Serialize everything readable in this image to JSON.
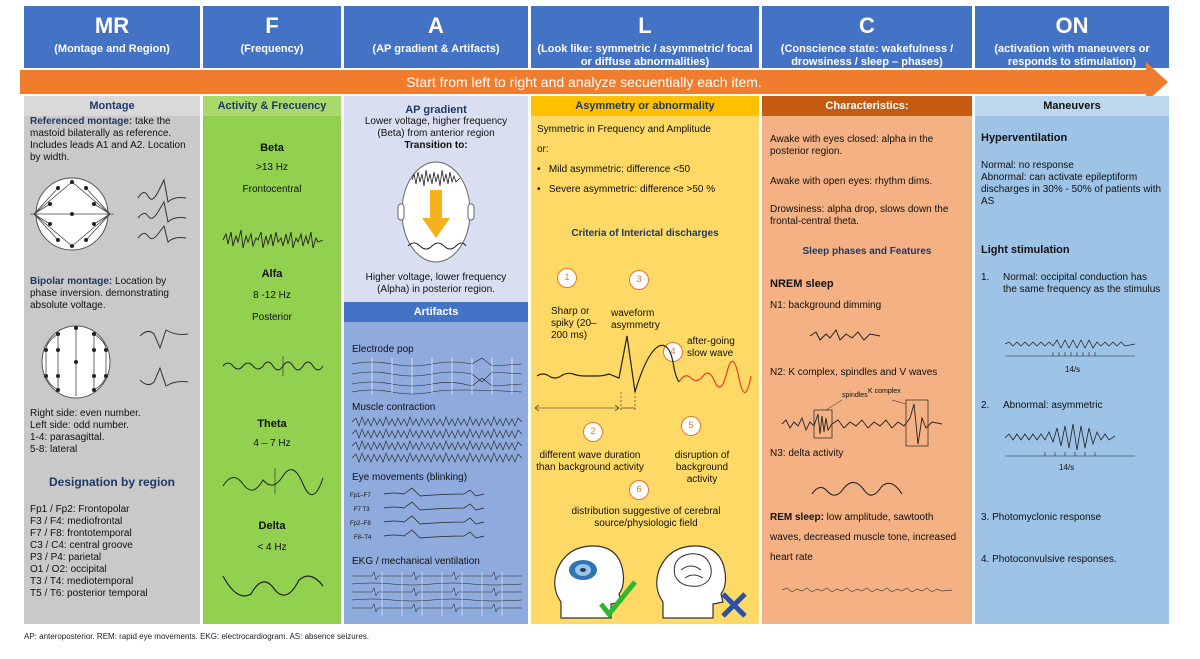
{
  "headers": [
    {
      "big": "MR",
      "sub": "(Montage and Region)"
    },
    {
      "big": "F",
      "sub": "(Frequency)"
    },
    {
      "big": "A",
      "sub": "(AP gradient & Artifacts)"
    },
    {
      "big": "L",
      "sub": "(Look like: symmetric / asymmetric/ focal or diffuse abnormalities)"
    },
    {
      "big": "C",
      "sub": "(Conscience state: wakefulness / drowsiness / sleep – phases)"
    },
    {
      "big": "ON",
      "sub": "(activation with maneuvers or responds to stimulation)"
    }
  ],
  "banner": "Start from left to right and analyze secuentially each item.",
  "montage": {
    "title": "Montage",
    "ref_bold": "Referenced montage:",
    "ref_text": " take the mastoid bilaterally as reference. Includes leads A1 and A2. Location by width.",
    "bip_bold": "Bipolar montage:",
    "bip_text": " Location by phase inversion. demonstrating absolute voltage.",
    "sides": [
      "Right side: even number.",
      "Left side: odd number.",
      "1-4: parasagittal.",
      "5-8: lateral"
    ],
    "region_title": "Designation by region",
    "regions": [
      "Fp1 / Fp2: Frontopolar",
      "F3 / F4: mediofrontal",
      "F7 / F8: frontotemporal",
      "C3 / C4: central groove",
      "P3 / P4: parietal",
      "O1 / O2: occipital",
      "T3 / T4: mediotemporal",
      "T5 / T6: posterior temporal"
    ]
  },
  "frequency": {
    "title": "Activity & Frecuency",
    "bands": [
      {
        "name": "Beta",
        "range": ">13 Hz",
        "loc": "Frontocentral"
      },
      {
        "name": "Alfa",
        "range": "8 -12 Hz",
        "loc": "Posterior"
      },
      {
        "name": "Theta",
        "range": "4 – 7 Hz",
        "loc": ""
      },
      {
        "name": "Delta",
        "range": "< 4 Hz",
        "loc": ""
      }
    ]
  },
  "ap": {
    "title": "AP gradient",
    "text1": "Lower voltage, higher frequency (Beta) from anterior region",
    "transition": "Transition to:",
    "text2": "Higher voltage, lower frequency (Alpha) in posterior region.",
    "artifacts_title": "Artifacts",
    "artifacts": [
      "Electrode pop",
      "Muscle contraction",
      "Eye movements (blinking)",
      "EKG / mechanical ventilation"
    ],
    "eye_leads": [
      "Fp1–F7",
      "F7 T3",
      "Fp2–F8",
      "F8–T4"
    ]
  },
  "look": {
    "title": "Asymmetry or abnormality",
    "intro": "Symmetric in Frequency and Amplitude",
    "or": "or:",
    "bullets": [
      "Mild asymmetric: difference <50",
      "Severe asymmetric: difference >50 %"
    ],
    "criteria_title": "Criteria of Interictal discharges",
    "criteria": [
      {
        "n": "1",
        "text": "Sharp or spiky (20–200 ms)"
      },
      {
        "n": "2",
        "text": "different wave duration than background activity"
      },
      {
        "n": "3",
        "text": "waveform asymmetry"
      },
      {
        "n": "4",
        "text": "after-going slow wave"
      },
      {
        "n": "5",
        "text": "disruption of background activity"
      },
      {
        "n": "6",
        "text": "distribution suggestive of cerebral source/physiologic field"
      }
    ]
  },
  "conscience": {
    "title": "Characteristics:",
    "items": [
      "Awake with eyes closed: alpha in the posterior region.",
      "Awake with open eyes: rhythm dims.",
      "Drowsiness: alpha drop, slows down the frontal-central theta."
    ],
    "sleep_title": "Sleep phases and Features",
    "nrem_title": "NREM sleep",
    "n1": "N1: background dimming",
    "n2": "N2:  K complex, spindles and V waves",
    "spindles_label": "spindles",
    "kcomplex_label": "K complex",
    "n3": "N3: delta activity",
    "rem_bold": "REM sleep:",
    "rem_text": " low amplitude, sawtooth waves, decreased muscle tone, increased heart rate"
  },
  "maneuvers": {
    "title": "Maneuvers",
    "hyper_title": "Hyperventilation",
    "hyper_normal": "Normal: no response",
    "hyper_abnormal": "Abnormal: can activate epileptiform discharges in 30% - 50% of patients with AS",
    "light_title": "Light stimulation",
    "light1_n": "1.",
    "light1": "Normal: occipital conduction has the same frequency as the stimulus",
    "rate1": "14/s",
    "light2_n": "2.",
    "light2": "Abnormal: asymmetric",
    "rate2": "14/s",
    "light3": "3. Photomyclonic response",
    "light4": "4. Photoconvulsive responses."
  },
  "footer": "AP: anteroposterior. REM: rapid eye movements. EKG: electrocardiogram. AS: absence seizures.",
  "colors": {
    "header": "#4472c4",
    "banner": "#f07d2e",
    "montage": "#c9c9c9",
    "frequency": "#92d050",
    "ap": "#d9dff0",
    "artifacts": "#8faadc",
    "look": "#ffd966",
    "conscience": "#f4b183",
    "maneuvers": "#9dc3e6"
  }
}
